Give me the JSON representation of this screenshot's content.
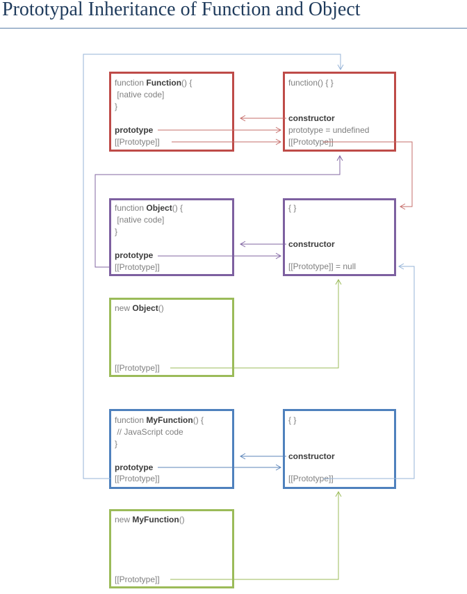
{
  "title": "Prototypal Inheritance of Function and Object",
  "colors": {
    "title": "#1F3B5C",
    "rule": "#5B7FA8",
    "red": "#BE4B48",
    "purple": "#7D60A0",
    "green": "#9BBB59",
    "blue": "#4F81BD",
    "red_line": "#C66D6A",
    "purple_line": "#8064A2",
    "green_line": "#9BBB59",
    "blue_line": "#5B84B9",
    "blue_line_light": "#95B3D7",
    "text_gray": "#7F7F7F",
    "text_dark": "#3B3B3B"
  },
  "boxes": {
    "function_box": {
      "code_pre": "function ",
      "code_name": "Function",
      "code_post": "() {",
      "code_body": " [native code]",
      "code_close": "}",
      "prototype_label": "prototype",
      "proto_label": "[[Prototype]]"
    },
    "function_prototype_box": {
      "header": "function() { }",
      "ctor_label": "constructor",
      "prototype_label": "prototype = undefined",
      "proto_label": "[[Prototype]]"
    },
    "object_box": {
      "code_pre": "function ",
      "code_name": "Object",
      "code_post": "() {",
      "code_body": " [native code]",
      "code_close": "}",
      "prototype_label": "prototype",
      "proto_label": "[[Prototype]]"
    },
    "object_prototype_box": {
      "header": "{ }",
      "ctor_label": "constructor",
      "proto_label": "[[Prototype]] = null"
    },
    "new_object_box": {
      "code_pre": "new ",
      "code_name": "Object",
      "code_post": "()",
      "proto_label": "[[Prototype]]"
    },
    "myfunction_box": {
      "code_pre": "function ",
      "code_name": "MyFunction",
      "code_post": "() {",
      "code_body": " // JavaScript code",
      "code_close": "}",
      "prototype_label": "prototype",
      "proto_label": "[[Prototype]]"
    },
    "myfunction_prototype_box": {
      "header": "{ }",
      "ctor_label": "constructor",
      "proto_label": "[[Prototype]]"
    },
    "new_myfunction_box": {
      "code_pre": "new ",
      "code_name": "MyFunction",
      "code_post": "()",
      "proto_label": "[[Prototype]]"
    }
  }
}
